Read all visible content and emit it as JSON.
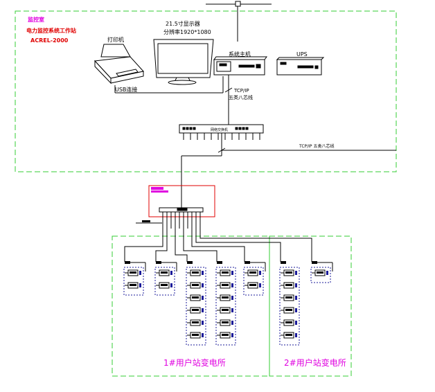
{
  "workstation": {
    "room": "监控室",
    "system_title": "电力监控系统工作站",
    "model": "ACREL-2000"
  },
  "devices": {
    "monitor_label": "21.5寸显示器",
    "resolution": "分辨率1920*1080",
    "printer_label": "打印机",
    "host_label": "系统主机",
    "ups_label": "UPS",
    "usb_label": "USB连接",
    "switch_label": "网络交换机"
  },
  "network": {
    "tcpip": "TCP/IP",
    "cable": "五类八芯线",
    "tcpip_right": "TCP/IP 五类八芯线"
  },
  "substations": {
    "s1": "1#用户站变电所",
    "s2": "2#用户站变电所"
  },
  "colors": {
    "green": "#33cc33",
    "magenta": "#e000e0",
    "red": "#e00000",
    "navy": "#1a1a99"
  }
}
